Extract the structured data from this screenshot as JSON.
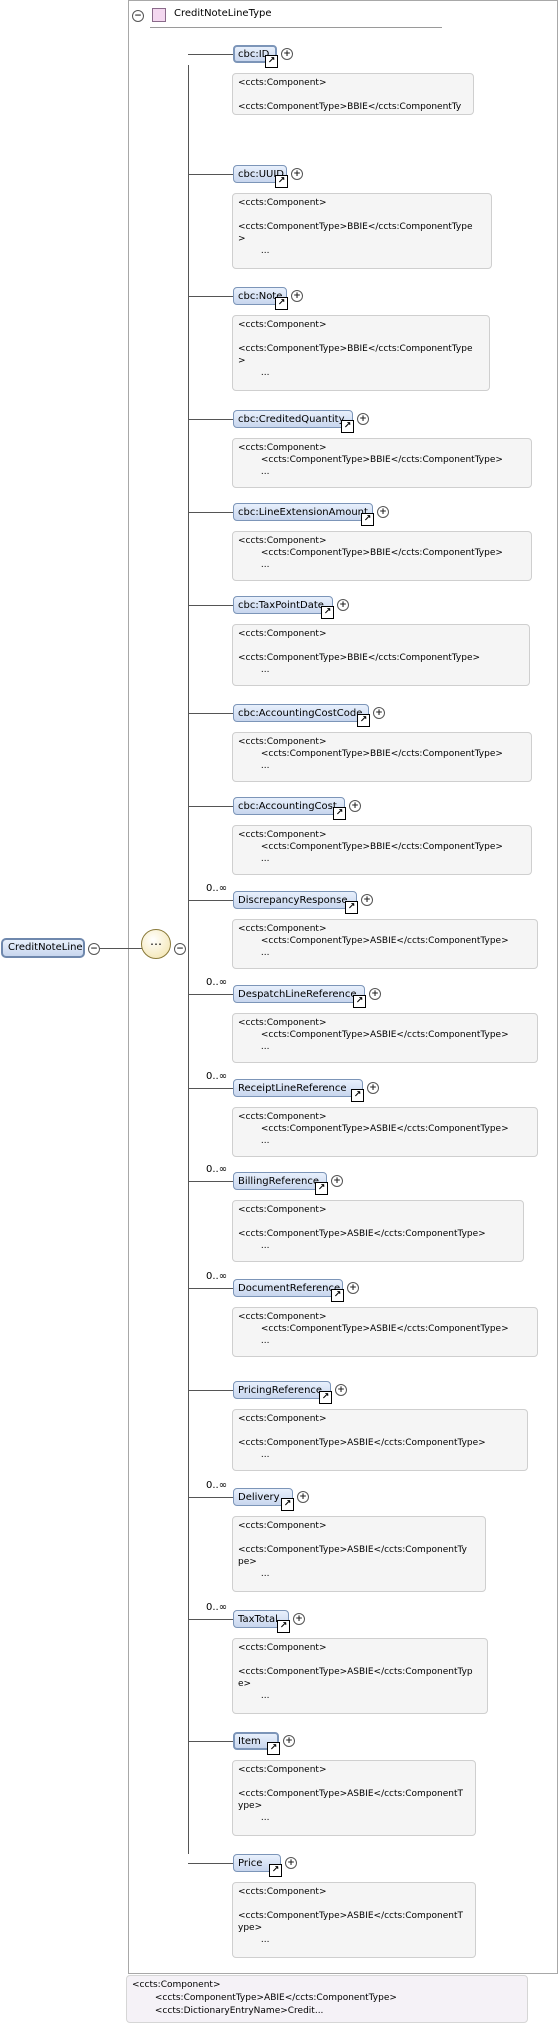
{
  "diagram": {
    "type_title": "CreditNoteLineType",
    "root_element": "CreditNoteLine",
    "bottom_annotation": "<ccts:Component>\n        <ccts:ComponentType>ABIE</ccts:ComponentType>\n        <ccts:DictionaryEntryName>Credit..."
  },
  "elements": [
    {
      "label": "cbc:ID",
      "mandatory": true,
      "occurrence": "",
      "doc": "<ccts:Component>\n\n<ccts:ComponentType>BBIE</ccts:ComponentTy\npe>\n        ..."
    },
    {
      "label": "cbc:UUID",
      "mandatory": false,
      "occurrence": "",
      "doc": "<ccts:Component>\n\n<ccts:ComponentType>BBIE</ccts:ComponentType\n>\n        ..."
    },
    {
      "label": "cbc:Note",
      "mandatory": false,
      "occurrence": "",
      "doc": "<ccts:Component>\n\n<ccts:ComponentType>BBIE</ccts:ComponentType\n>\n        ..."
    },
    {
      "label": "cbc:CreditedQuantity",
      "mandatory": false,
      "occurrence": "",
      "doc": "<ccts:Component>\n        <ccts:ComponentType>BBIE</ccts:ComponentType>\n        ..."
    },
    {
      "label": "cbc:LineExtensionAmount",
      "mandatory": false,
      "occurrence": "",
      "doc": "<ccts:Component>\n        <ccts:ComponentType>BBIE</ccts:ComponentType>\n        ..."
    },
    {
      "label": "cbc:TaxPointDate",
      "mandatory": false,
      "occurrence": "",
      "doc": "<ccts:Component>\n\n<ccts:ComponentType>BBIE</ccts:ComponentType>\n        ..."
    },
    {
      "label": "cbc:AccountingCostCode",
      "mandatory": false,
      "occurrence": "",
      "doc": "<ccts:Component>\n        <ccts:ComponentType>BBIE</ccts:ComponentType>\n        ..."
    },
    {
      "label": "cbc:AccountingCost",
      "mandatory": false,
      "occurrence": "",
      "doc": "<ccts:Component>\n        <ccts:ComponentType>BBIE</ccts:ComponentType>\n        ..."
    },
    {
      "label": "DiscrepancyResponse",
      "mandatory": false,
      "occurrence": "0..∞",
      "doc": "<ccts:Component>\n        <ccts:ComponentType>ASBIE</ccts:ComponentType>\n        ..."
    },
    {
      "label": "DespatchLineReference",
      "mandatory": false,
      "occurrence": "0..∞",
      "doc": "<ccts:Component>\n        <ccts:ComponentType>ASBIE</ccts:ComponentType>\n        ..."
    },
    {
      "label": "ReceiptLineReference",
      "mandatory": false,
      "occurrence": "0..∞",
      "doc": "<ccts:Component>\n        <ccts:ComponentType>ASBIE</ccts:ComponentType>\n        ..."
    },
    {
      "label": "BillingReference",
      "mandatory": false,
      "occurrence": "0..∞",
      "doc": "<ccts:Component>\n\n<ccts:ComponentType>ASBIE</ccts:ComponentType>\n        ..."
    },
    {
      "label": "DocumentReference",
      "mandatory": false,
      "occurrence": "0..∞",
      "doc": "<ccts:Component>\n        <ccts:ComponentType>ASBIE</ccts:ComponentType>\n        ..."
    },
    {
      "label": "PricingReference",
      "mandatory": false,
      "occurrence": "",
      "doc": "<ccts:Component>\n\n<ccts:ComponentType>ASBIE</ccts:ComponentType>\n        ..."
    },
    {
      "label": "Delivery",
      "mandatory": false,
      "occurrence": "0..∞",
      "doc": "<ccts:Component>\n\n<ccts:ComponentType>ASBIE</ccts:ComponentTy\npe>\n        ..."
    },
    {
      "label": "TaxTotal",
      "mandatory": false,
      "occurrence": "0..∞",
      "doc": "<ccts:Component>\n\n<ccts:ComponentType>ASBIE</ccts:ComponentTyp\ne>\n        ..."
    },
    {
      "label": "Item",
      "mandatory": true,
      "occurrence": "",
      "doc": "<ccts:Component>\n\n<ccts:ComponentType>ASBIE</ccts:ComponentT\nype>\n        ..."
    },
    {
      "label": "Price",
      "mandatory": false,
      "occurrence": "",
      "doc": "<ccts:Component>\n\n<ccts:ComponentType>ASBIE</ccts:ComponentT\nype>\n        ..."
    }
  ]
}
